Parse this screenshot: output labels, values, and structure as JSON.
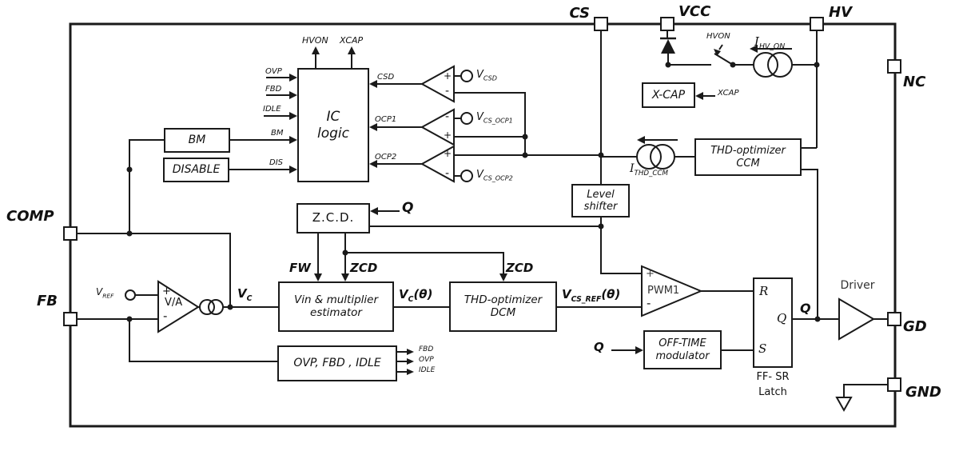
{
  "pins": {
    "cs": "CS",
    "vcc": "VCC",
    "hv": "HV",
    "nc": "NC",
    "comp": "COMP",
    "fb": "FB",
    "gd": "GD",
    "gnd": "GND"
  },
  "ic_logic": {
    "line1": "IC",
    "line2": "logic",
    "inputs_left": {
      "ovp": "OVP",
      "fbd": "FBD",
      "idle": "IDLE",
      "bm": "BM",
      "dis": "DIS"
    },
    "outputs_top": {
      "hvon": "HVON",
      "xcap": "XCAP"
    },
    "inputs_right": {
      "csd": "CSD",
      "ocp1": "OCP1",
      "ocp2": "OCP2"
    }
  },
  "blocks": {
    "bm": "BM",
    "disable": "DISABLE",
    "zcd": "Z.C.D.",
    "vin_mult": {
      "line1": "Vin & multiplier",
      "line2": "estimator"
    },
    "thd_dcm": {
      "line1": "THD-optimizer",
      "line2": "DCM"
    },
    "thd_ccm": {
      "line1": "THD-optimizer",
      "line2": "CCM"
    },
    "level_shifter": {
      "line1": "Level",
      "line2": "shifter"
    },
    "xcap": "X-CAP",
    "off_time": {
      "line1": "OFF-TIME",
      "line2": "modulator"
    },
    "ovp_fbd_idle": "OVP, FBD , IDLE",
    "latch": {
      "r": "R",
      "q": "Q",
      "s": "S",
      "caption1": "FF- SR",
      "caption2": "Latch"
    },
    "driver": "Driver",
    "va": "V/A",
    "pwm1": "PWM1"
  },
  "signals": {
    "plus": "+",
    "minus": "-",
    "v_csd": {
      "base": "V",
      "sub": "CSD"
    },
    "v_cs_ocp1": {
      "base": "V",
      "sub": "CS_OCP1"
    },
    "v_cs_ocp2": {
      "base": "V",
      "sub": "CS_OCP2"
    },
    "v_ref": {
      "base": "V",
      "sub": "REF"
    },
    "v_c": {
      "base": "V",
      "sub": "C"
    },
    "v_c_theta": {
      "base": "V",
      "sub": "C",
      "suffix": "(θ)"
    },
    "v_cs_ref_theta": {
      "base": "V",
      "sub": "CS_REF",
      "suffix": "(θ)"
    },
    "i_hv_on": {
      "base": "I",
      "sub": "HV_ON"
    },
    "i_thd_ccm": {
      "base": "I",
      "sub": "THD_CCM"
    },
    "fw": "FW",
    "zcd_left": "ZCD",
    "zcd_right": "ZCD",
    "q_zcd": "Q",
    "q_offtime": "Q",
    "q_out": "Q",
    "hvon_switch": "HVON",
    "xcap_wire": "XCAP",
    "out_fbd": "FBD",
    "out_ovp": "OVP",
    "out_idle": "IDLE"
  }
}
